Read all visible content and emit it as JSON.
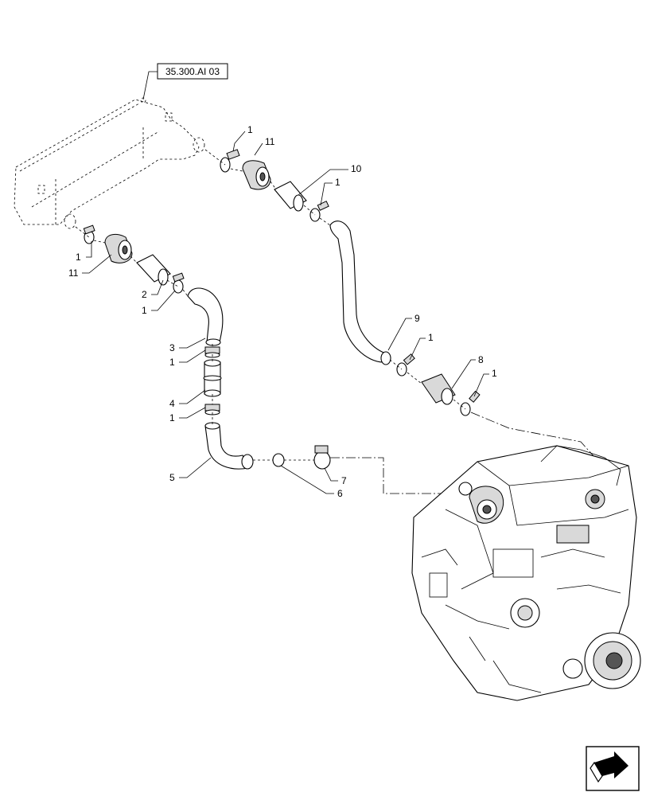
{
  "reference_box": {
    "text": "35.300.AI 03"
  },
  "callouts": [
    {
      "id": "c1a",
      "text": "1"
    },
    {
      "id": "c11a",
      "text": "11"
    },
    {
      "id": "c10",
      "text": "10"
    },
    {
      "id": "c1b",
      "text": "1"
    },
    {
      "id": "c1c",
      "text": "1"
    },
    {
      "id": "c11b",
      "text": "11"
    },
    {
      "id": "c2",
      "text": "2"
    },
    {
      "id": "c1d",
      "text": "1"
    },
    {
      "id": "c3",
      "text": "3"
    },
    {
      "id": "c1e",
      "text": "1"
    },
    {
      "id": "c4",
      "text": "4"
    },
    {
      "id": "c1f",
      "text": "1"
    },
    {
      "id": "c5",
      "text": "5"
    },
    {
      "id": "c6",
      "text": "6"
    },
    {
      "id": "c7",
      "text": "7"
    },
    {
      "id": "c9",
      "text": "9"
    },
    {
      "id": "c1g",
      "text": "1"
    },
    {
      "id": "c8",
      "text": "8"
    },
    {
      "id": "c1h",
      "text": "1"
    }
  ],
  "icons": {
    "navigation": "arrow-next-icon"
  }
}
